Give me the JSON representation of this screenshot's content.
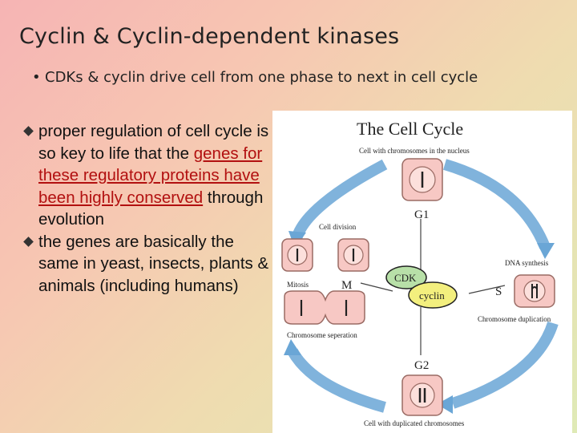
{
  "slide": {
    "title": "Cyclin & Cyclin-dependent kinases",
    "subtitle_bullet": "CDKs & cyclin drive cell from one phase to next in cell cycle",
    "points": [
      {
        "text_plain": "proper regulation of cell cycle is so key to life that the ",
        "text_red": "genes for these regulatory proteins have been highly conserved",
        "text_after": " through evolution"
      },
      {
        "text": "the genes are basically the same in yeast, insects, plants & animals (including humans)"
      }
    ]
  },
  "diagram": {
    "title": "The Cell Cycle",
    "label_nucleus": "Cell with chromosomes in the nucleus",
    "label_g1": "G1",
    "label_dna_synthesis": "DNA synthesis",
    "label_s": "S",
    "label_chromosome_duplication": "Chromosome duplication",
    "label_g2": "G2",
    "label_duplicated": "Cell with duplicated chromosomes",
    "label_mitosis": "Mitosis",
    "label_m": "M",
    "label_cell_division": "Cell division",
    "label_chromosome_separation": "Chromosome seperation",
    "label_cdk": "CDK",
    "label_cyclin": "cyclin",
    "colors": {
      "arrow": "#6aa6d6",
      "cell_fill": "#f7c8c4",
      "cell_stroke": "#9a6b64",
      "cdk_fill": "#b8e0a8",
      "cyclin_fill": "#f3ef7e"
    }
  }
}
